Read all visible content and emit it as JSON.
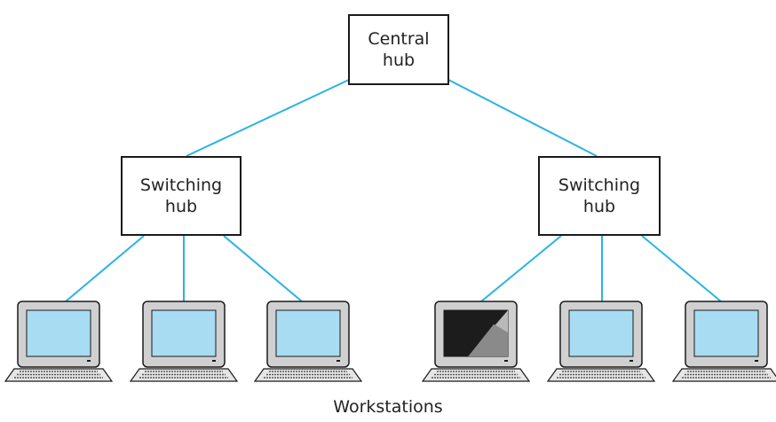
{
  "nodes": {
    "central_hub": {
      "line1": "Central",
      "line2": "hub"
    },
    "switch_left": {
      "line1": "Switching",
      "line2": "hub"
    },
    "switch_right": {
      "line1": "Switching",
      "line2": "hub"
    }
  },
  "caption": "Workstations",
  "workstations": [
    {
      "screen": "plain"
    },
    {
      "screen": "plain"
    },
    {
      "screen": "plain"
    },
    {
      "screen": "graphic"
    },
    {
      "screen": "plain"
    },
    {
      "screen": "plain"
    }
  ],
  "colors": {
    "link": "#2ab3e3",
    "screen": "#a8dcf2",
    "monitor_body": "#d0d0d0",
    "outline": "#1a1a1a"
  }
}
